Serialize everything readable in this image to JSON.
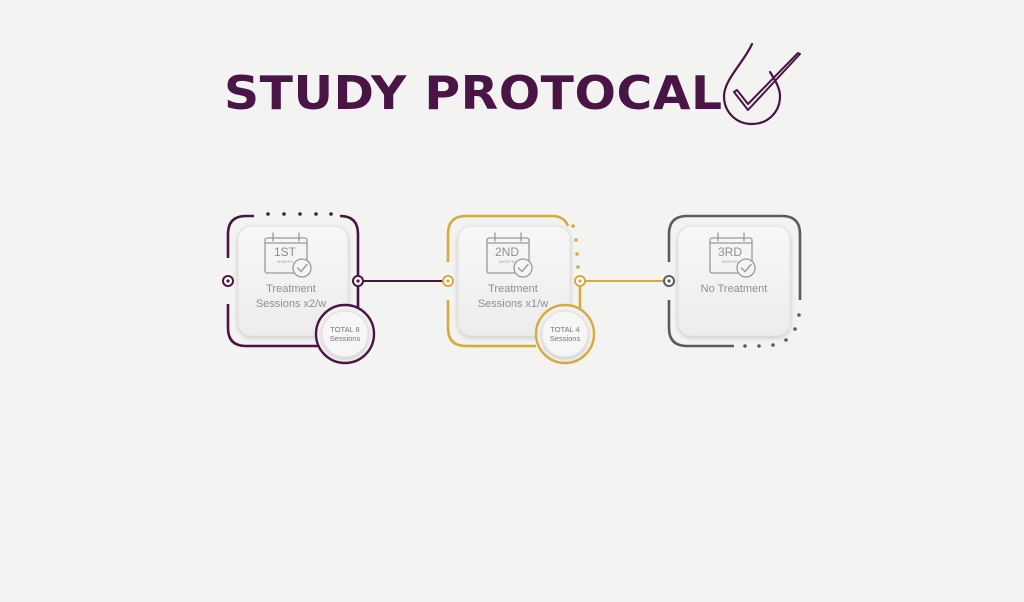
{
  "title": "STUDY PROTOCAL",
  "colors": {
    "primary": "#4a1446",
    "gold": "#d9a93c",
    "grey": "#5c5c5c",
    "card_text": "#8f8f8f"
  },
  "logo": {
    "icon": "drop-check-icon"
  },
  "steps": [
    {
      "month_label": "1ST",
      "month_sub": "MONTH",
      "text_line1": "Treatment",
      "text_line2": "Sessions x2/w",
      "total_line1": "TOTAL 8",
      "total_line2": "Sessions",
      "icon": "calendar-check-icon"
    },
    {
      "month_label": "2ND",
      "month_sub": "MONTH",
      "text_line1": "Treatment",
      "text_line2": "Sessions x1/w",
      "total_line1": "TOTAL 4",
      "total_line2": "Sessions",
      "icon": "calendar-check-icon"
    },
    {
      "month_label": "3RD",
      "month_sub": "MONTH",
      "text_line1": "No Treatment",
      "icon": "calendar-check-icon"
    }
  ]
}
